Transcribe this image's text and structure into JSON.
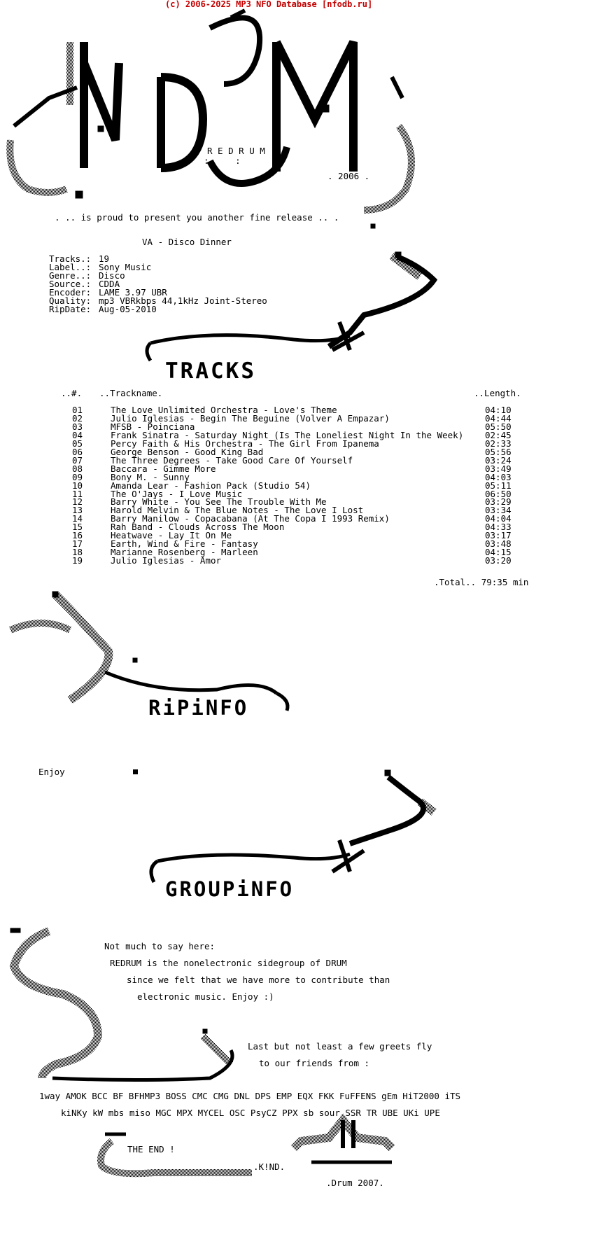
{
  "header": "(c) 2006-2025 MP3 NFO Database [nfodb.ru]",
  "logo": {
    "group": "R E D R U M",
    "colons": ":     :",
    "year": ". 2006 ."
  },
  "tagline": ". .. is proud to present you another fine release .. .",
  "release": "VA - Disco Dinner",
  "info": [
    {
      "key": "Tracks.:",
      "value": "19"
    },
    {
      "key": "Label..:",
      "value": "Sony Music"
    },
    {
      "key": "Genre..:",
      "value": "Disco"
    },
    {
      "key": "Source.:",
      "value": "CDDA"
    },
    {
      "key": "Encoder:",
      "value": "LAME 3.97 UBR"
    },
    {
      "key": "Quality:",
      "value": "mp3 VBRkbps 44,1kHz Joint-Stereo"
    },
    {
      "key": "RipDate:",
      "value": "Aug-05-2010"
    }
  ],
  "section_titles": {
    "tracks": "TRACKS",
    "ripinfo": "RiPiNFO",
    "groupinfo": "GROUPiNFO"
  },
  "tracklist_header": {
    "num": "..#.",
    "name": "..Trackname.",
    "length": "..Length."
  },
  "tracks": [
    {
      "num": "01",
      "name": "The Love Unlimited Orchestra - Love's Theme",
      "length": "04:10"
    },
    {
      "num": "02",
      "name": "Julio Iglesias - Begin The Beguine (Volver A Empazar)",
      "length": "04:44"
    },
    {
      "num": "03",
      "name": "MFSB - Poinciana",
      "length": "05:50"
    },
    {
      "num": "04",
      "name": "Frank Sinatra - Saturday Night (Is The Loneliest Night In the Week)",
      "length": "02:45"
    },
    {
      "num": "05",
      "name": "Percy Faith & His Orchestra - The Girl From Ipanema",
      "length": "02:33"
    },
    {
      "num": "06",
      "name": "George Benson - Good King Bad",
      "length": "05:56"
    },
    {
      "num": "07",
      "name": "The Three Degrees - Take Good Care Of Yourself",
      "length": "03:24"
    },
    {
      "num": "08",
      "name": "Baccara - Gimme More",
      "length": "03:49"
    },
    {
      "num": "09",
      "name": "Bony M. - Sunny",
      "length": "04:03"
    },
    {
      "num": "10",
      "name": "Amanda Lear - Fashion Pack (Studio 54)",
      "length": "05:11"
    },
    {
      "num": "11",
      "name": "The O'Jays - I Love Music",
      "length": "06:50"
    },
    {
      "num": "12",
      "name": "Barry White - You See The Trouble With Me",
      "length": "03:29"
    },
    {
      "num": "13",
      "name": "Harold Melvin & The Blue Notes - The Love I Lost",
      "length": "03:34"
    },
    {
      "num": "14",
      "name": "Barry Manilow - Copacabana (At The Copa I 1993 Remix)",
      "length": "04:04"
    },
    {
      "num": "15",
      "name": "Rah Band - Clouds Across The Moon",
      "length": "04:33"
    },
    {
      "num": "16",
      "name": "Heatwave - Lay It On Me",
      "length": "03:17"
    },
    {
      "num": "17",
      "name": "Earth, Wind & Fire - Fantasy",
      "length": "03:48"
    },
    {
      "num": "18",
      "name": "Marianne Rosenberg - Marleen",
      "length": "04:15"
    },
    {
      "num": "19",
      "name": "Julio Iglesias - Amor",
      "length": "03:20"
    }
  ],
  "total": ".Total.. 79:35 min",
  "ripinfo_text": "Enjoy",
  "groupinfo_lines": [
    "Not much to say here:",
    "REDRUM is the nonelectronic sidegroup of DRUM",
    "since we felt that we have more to contribute than",
    "electronic music. Enjoy :)"
  ],
  "greets_intro": [
    "Last but not least a few greets fly",
    "to our friends from :"
  ],
  "greets": [
    "1way AMOK BCC BF BFHMP3 BOSS CMC CMG DNL DPS EMP EQX FKK FuFFENS gEm HiT2000 iTS",
    "kiNKy kW mbs miso MGC MPX MYCEL OSC PsyCZ PPX sb sour SSR TR UBE UKi UPE"
  ],
  "end": {
    "the_end": "THE END !",
    "kind": ".K!ND.",
    "signature": ".Drum 2007."
  },
  "colors": {
    "header": "#c40000",
    "text": "#000000",
    "background": "#ffffff"
  }
}
